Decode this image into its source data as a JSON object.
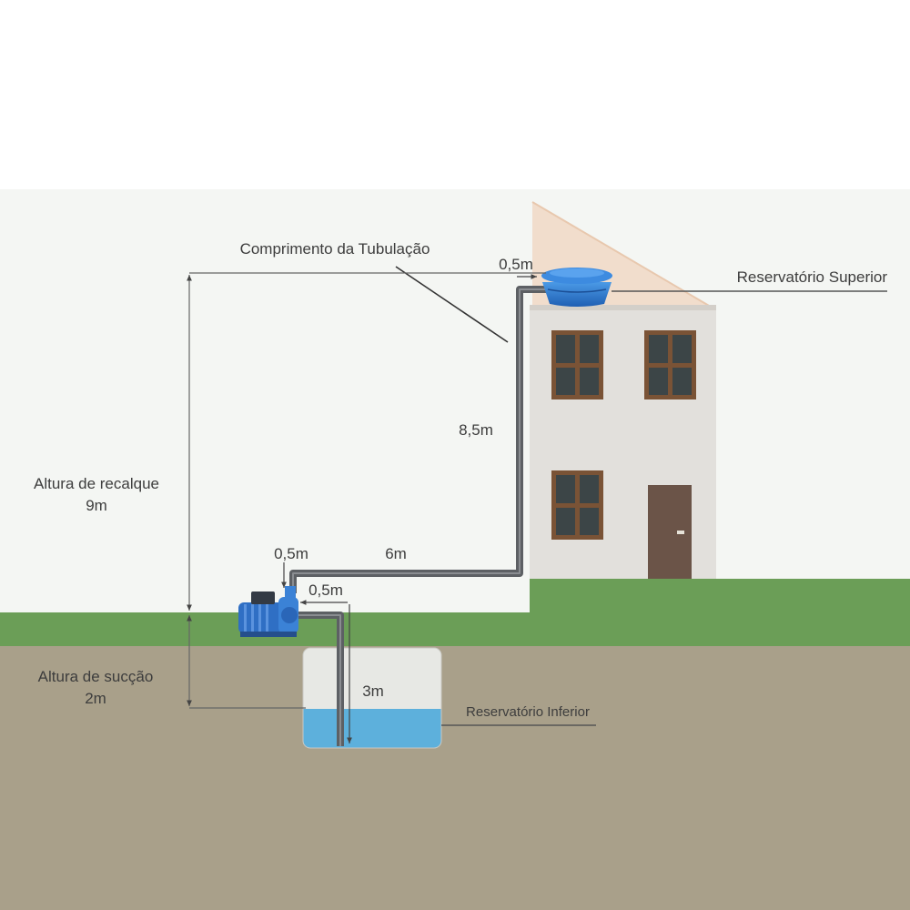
{
  "labels": {
    "pipe_length": "Comprimento da Tubulação",
    "upper_reservoir": "Reservatório Superior",
    "lower_reservoir": "Reservatório Inferior",
    "discharge_height_title": "Altura de recalque",
    "discharge_height_value": "9m",
    "suction_height_title": "Altura de sucção",
    "suction_height_value": "2m"
  },
  "measurements": {
    "top_horizontal": "0,5m",
    "vertical_riser": "8,5m",
    "ground_horizontal": "6m",
    "pump_outlet": "0,5m",
    "pump_inlet": "0,5m",
    "suction_pipe": "3m"
  },
  "colors": {
    "sky": "#f4f6f3",
    "grass": "#6b9e57",
    "soil": "#a9a08a",
    "house_wall": "#e2e0dc",
    "roof": "#f1ddcc",
    "window_frame": "#7a5336",
    "door": "#6b5448",
    "pipe": "#5d6064",
    "water": "#5db0dc",
    "tank_blue": "#2d7bd2"
  }
}
